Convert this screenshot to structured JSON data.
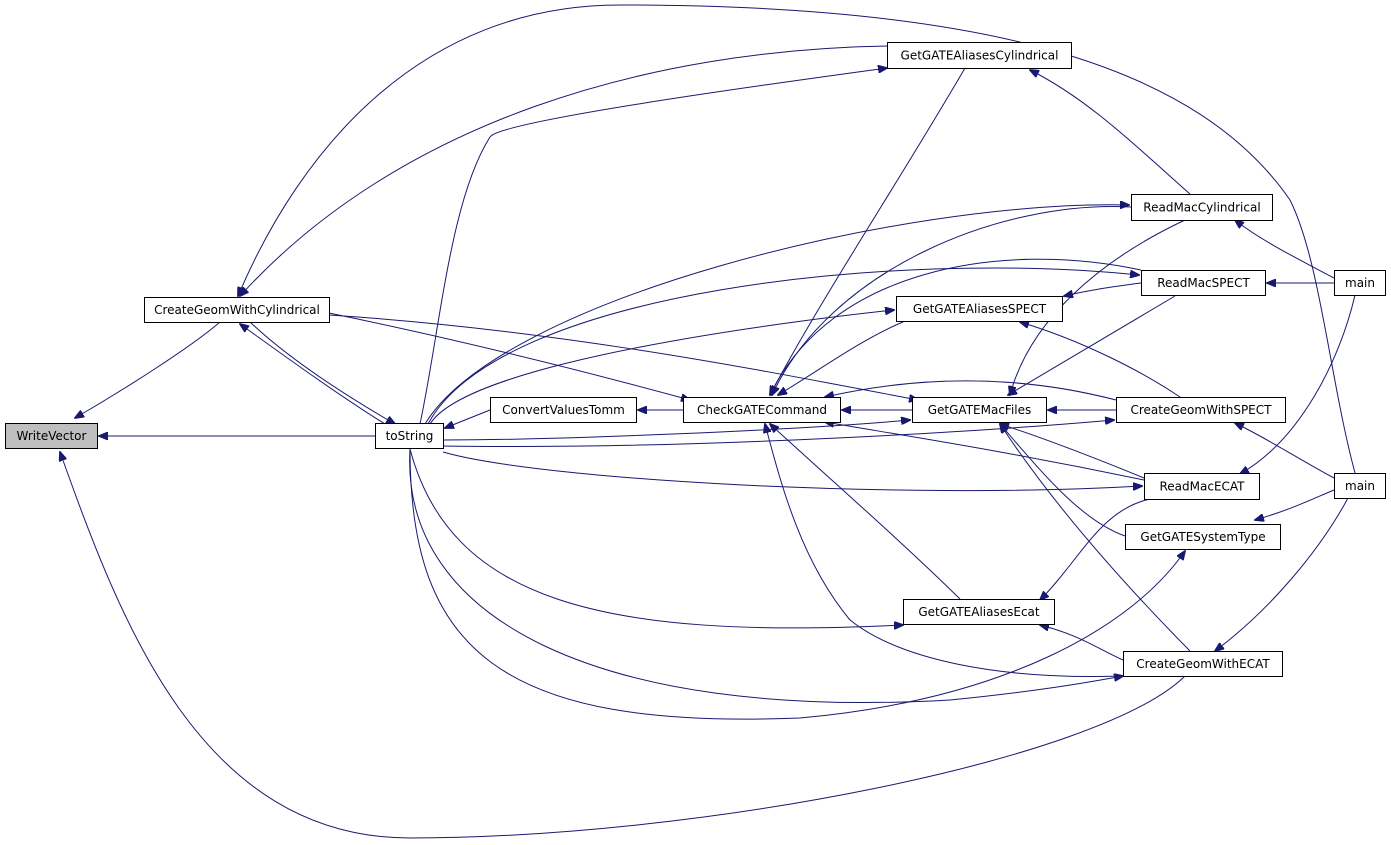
{
  "diagram": {
    "nodes": [
      {
        "id": "writevector",
        "label": "WriteVector",
        "current": true
      },
      {
        "id": "createcyl",
        "label": "CreateGeomWithCylindrical"
      },
      {
        "id": "tostring",
        "label": "toString"
      },
      {
        "id": "convert",
        "label": "ConvertValuesTomm"
      },
      {
        "id": "checkgate",
        "label": "CheckGATECommand"
      },
      {
        "id": "aliascyl",
        "label": "GetGATEAliasesCylindrical"
      },
      {
        "id": "aliasspect",
        "label": "GetGATEAliasesSPECT"
      },
      {
        "id": "macfiles",
        "label": "GetGATEMacFiles"
      },
      {
        "id": "aliasecat",
        "label": "GetGATEAliasesEcat"
      },
      {
        "id": "readcyl",
        "label": "ReadMacCylindrical"
      },
      {
        "id": "readspect",
        "label": "ReadMacSPECT"
      },
      {
        "id": "createspect",
        "label": "CreateGeomWithSPECT"
      },
      {
        "id": "readecat",
        "label": "ReadMacECAT"
      },
      {
        "id": "systype",
        "label": "GetGATESystemType"
      },
      {
        "id": "createecat",
        "label": "CreateGeomWithECAT"
      },
      {
        "id": "main1",
        "label": "main"
      },
      {
        "id": "main2",
        "label": "main"
      }
    ],
    "edges": [
      {
        "from": "createcyl",
        "to": "writevector"
      },
      {
        "from": "tostring",
        "to": "writevector"
      },
      {
        "from": "createecat",
        "to": "writevector"
      },
      {
        "from": "createcyl",
        "to": "tostring"
      },
      {
        "from": "tostring",
        "to": "createcyl"
      },
      {
        "from": "aliascyl",
        "to": "createcyl"
      },
      {
        "from": "main2",
        "to": "createcyl"
      },
      {
        "from": "createcyl",
        "to": "checkgate"
      },
      {
        "from": "createcyl",
        "to": "macfiles"
      },
      {
        "from": "convert",
        "to": "tostring"
      },
      {
        "from": "tostring",
        "to": "aliascyl"
      },
      {
        "from": "tostring",
        "to": "aliasspect"
      },
      {
        "from": "tostring",
        "to": "macfiles"
      },
      {
        "from": "tostring",
        "to": "createspect"
      },
      {
        "from": "tostring",
        "to": "readecat"
      },
      {
        "from": "tostring",
        "to": "readcyl"
      },
      {
        "from": "tostring",
        "to": "readspect"
      },
      {
        "from": "tostring",
        "to": "aliasecat"
      },
      {
        "from": "tostring",
        "to": "createecat"
      },
      {
        "from": "tostring",
        "to": "systype"
      },
      {
        "from": "checkgate",
        "to": "convert"
      },
      {
        "from": "macfiles",
        "to": "checkgate"
      },
      {
        "from": "aliascyl",
        "to": "checkgate"
      },
      {
        "from": "aliasspect",
        "to": "checkgate"
      },
      {
        "from": "readcyl",
        "to": "checkgate"
      },
      {
        "from": "readspect",
        "to": "checkgate"
      },
      {
        "from": "createspect",
        "to": "checkgate"
      },
      {
        "from": "readecat",
        "to": "checkgate"
      },
      {
        "from": "aliasecat",
        "to": "checkgate"
      },
      {
        "from": "createecat",
        "to": "checkgate"
      },
      {
        "from": "readcyl",
        "to": "aliascyl"
      },
      {
        "from": "readspect",
        "to": "aliasspect"
      },
      {
        "from": "createspect",
        "to": "aliasspect"
      },
      {
        "from": "readcyl",
        "to": "macfiles"
      },
      {
        "from": "readspect",
        "to": "macfiles"
      },
      {
        "from": "createspect",
        "to": "macfiles"
      },
      {
        "from": "readecat",
        "to": "macfiles"
      },
      {
        "from": "systype",
        "to": "macfiles"
      },
      {
        "from": "createecat",
        "to": "macfiles"
      },
      {
        "from": "readecat",
        "to": "aliasecat"
      },
      {
        "from": "createecat",
        "to": "aliasecat"
      },
      {
        "from": "main1",
        "to": "readspect"
      },
      {
        "from": "main1",
        "to": "readcyl"
      },
      {
        "from": "main1",
        "to": "readecat"
      },
      {
        "from": "main2",
        "to": "createspect"
      },
      {
        "from": "main2",
        "to": "systype"
      },
      {
        "from": "main2",
        "to": "createecat"
      }
    ]
  }
}
